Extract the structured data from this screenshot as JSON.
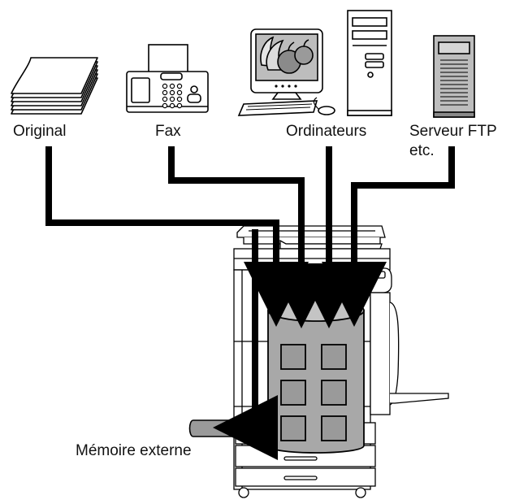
{
  "sources": {
    "original": {
      "label": "Original",
      "icon": "paper-stack-icon"
    },
    "fax": {
      "label": "Fax",
      "icon": "fax-machine-icon"
    },
    "computers": {
      "label": "Ordinateurs",
      "icon": "computer-icon"
    },
    "ftp": {
      "label_line1": "Serveur FTP",
      "label_line2": "etc.",
      "icon": "server-icon"
    }
  },
  "destination": {
    "external_memory": {
      "label": "Mémoire externe",
      "icon": "usb-memory-icon"
    },
    "device_icon": "multifunction-printer-icon",
    "storage_icon": "hard-disk-storage-icon"
  },
  "colors": {
    "stroke": "#000000",
    "disk_fill": "#a8a8a8",
    "disk_top": "#c4c4c4",
    "box_fill": "#9a9a9a",
    "screen_fill": "#bdbdbd"
  }
}
